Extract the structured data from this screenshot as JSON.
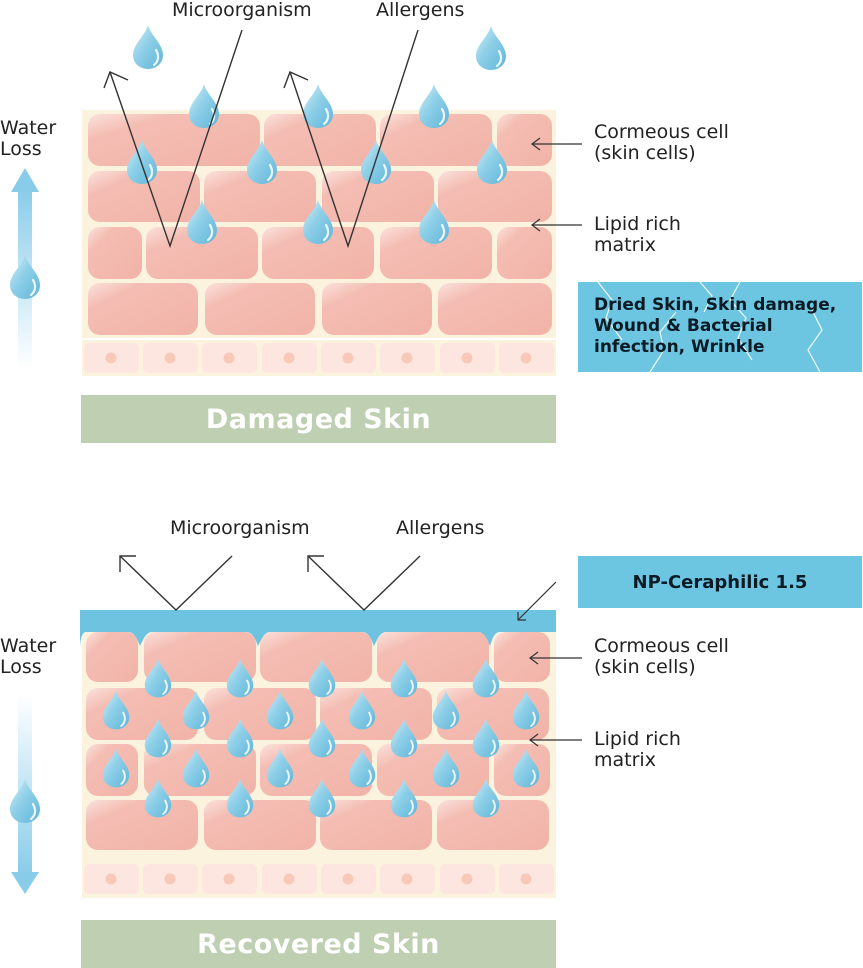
{
  "colors": {
    "background": "#ffffff",
    "skin_matrix": "#fbf3de",
    "cell_fill": "#f4bdb3",
    "cell_highlight": "#fbe2dc",
    "base_cell_fill": "#fde6df",
    "base_cell_dot": "#f8c9b9",
    "droplet": "#8ecfe8",
    "arrow_line": "#333333",
    "barrier": "#6ec4e0",
    "banner": "#bfcfb2",
    "info_box": "#6cc6e1",
    "water_arrow": "#89ccea"
  },
  "top_panel": {
    "label_microorganism": "Microorganism",
    "label_allergens": "Allergens",
    "water_loss_line1": "Water",
    "water_loss_line2": "Loss",
    "cormeous_line1": "Cormeous cell",
    "cormeous_line2": "(skin cells)",
    "lipid_line1": "Lipid rich",
    "lipid_line2": "matrix",
    "info_line1": "Dried Skin, Skin damage,",
    "info_line2": "Wound & Bacterial",
    "info_line3": "infection, Wrinkle",
    "banner": "Damaged Skin"
  },
  "bottom_panel": {
    "label_microorganism": "Microorganism",
    "label_allergens": "Allergens",
    "water_loss_line1": "Water",
    "water_loss_line2": "Loss",
    "np_label": "NP-Ceraphilic 1.5",
    "cormeous_line1": "Cormeous cell",
    "cormeous_line2": "(skin cells)",
    "lipid_line1": "Lipid rich",
    "lipid_line2": "matrix",
    "banner": "Recovered Skin"
  },
  "icons": {
    "droplet": "water-droplet-icon",
    "arrow": "deflection-arrow-icon"
  }
}
